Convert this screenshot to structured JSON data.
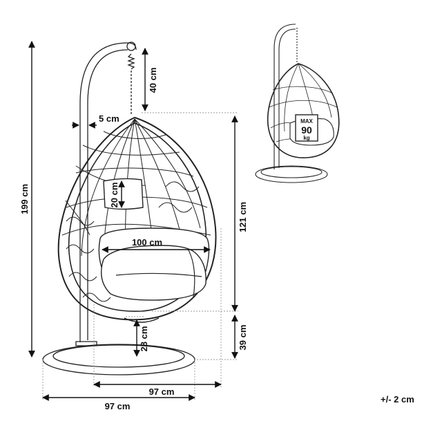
{
  "dimensions": {
    "total_height": "199 cm",
    "chain_length": "40 cm",
    "frame_gap": "5 cm",
    "pillow_height": "20 cm",
    "seat_width": "100 cm",
    "basket_height": "121 cm",
    "base_clearance": "39 cm",
    "seat_clearance": "28 cm",
    "basket_width": "97 cm",
    "base_width": "97 cm"
  },
  "tolerance_note": "+/- 2 cm",
  "badge": {
    "line1": "MAX",
    "line2": "90",
    "line3": "kg"
  },
  "colors": {
    "line": "#222222",
    "dim": "#111111",
    "guide": "#9a9a9a"
  }
}
